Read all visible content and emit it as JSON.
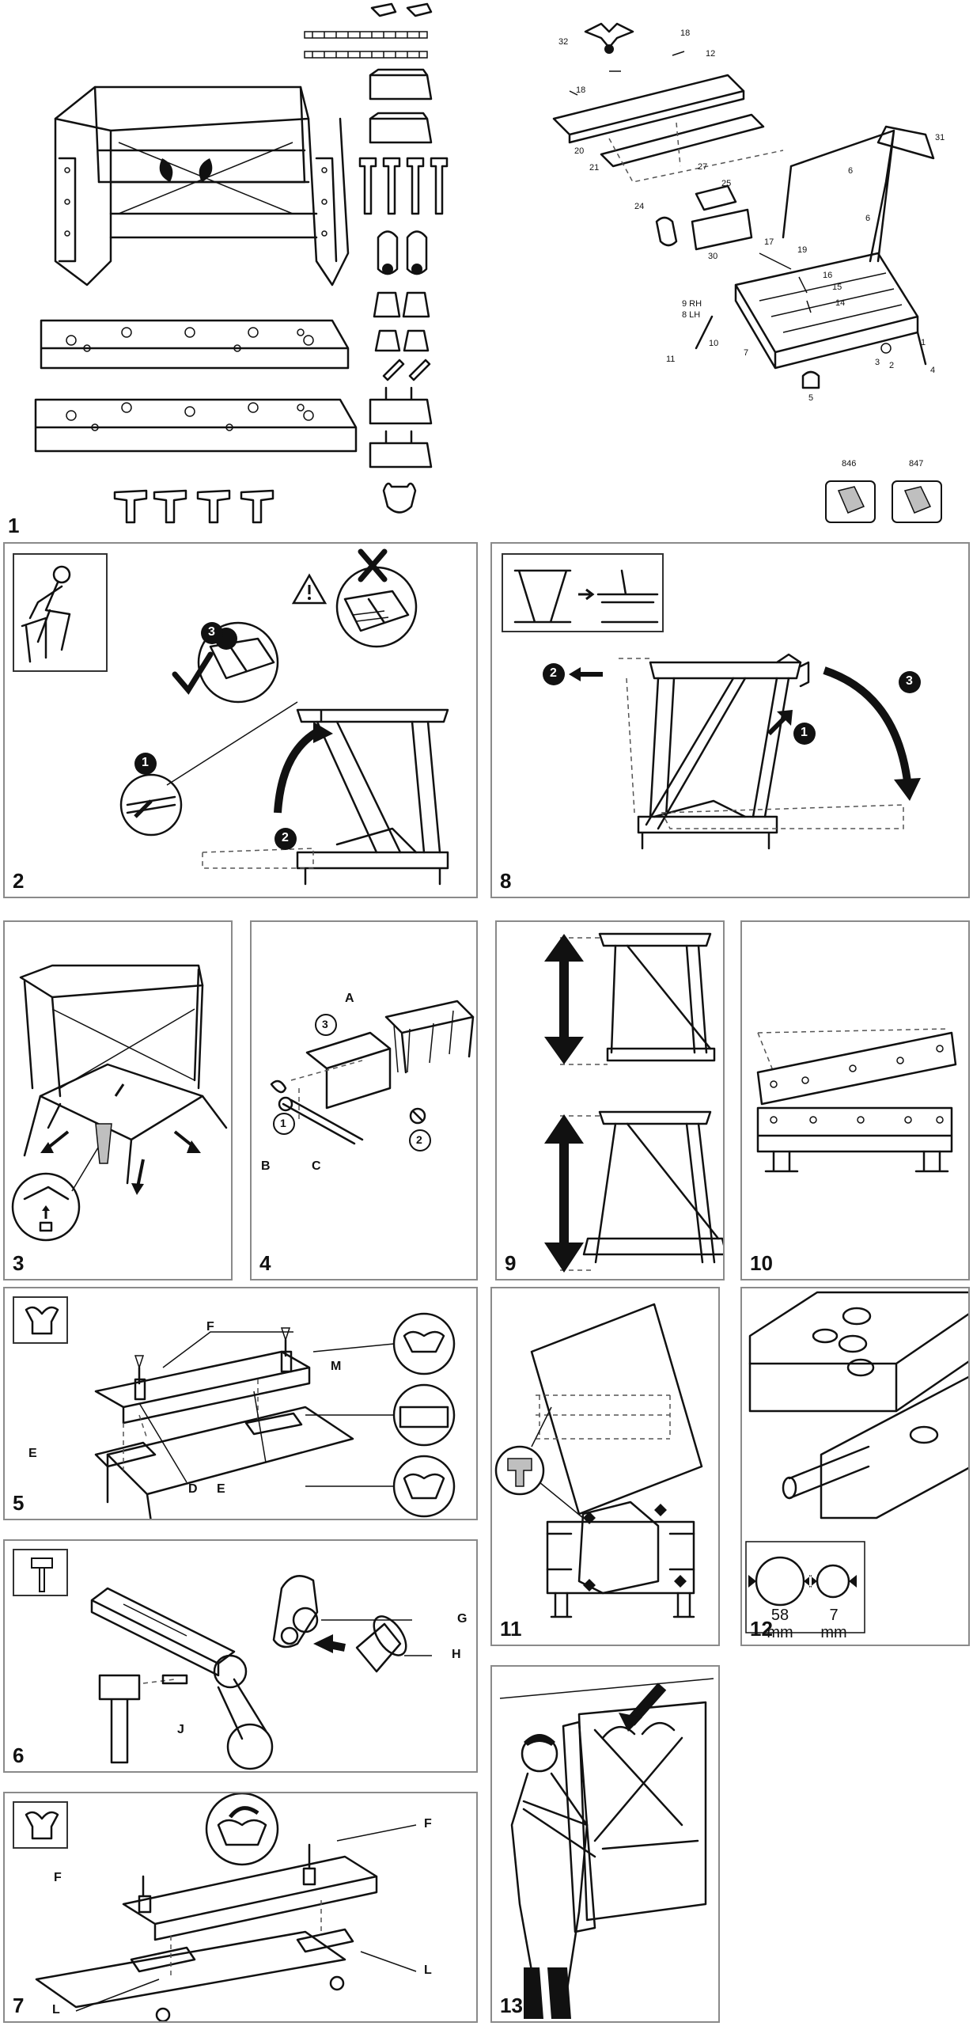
{
  "figures": {
    "fig1": {
      "number": "1",
      "part_numbers": [
        "32",
        "18",
        "12",
        "18",
        "20",
        "21",
        "27",
        "25",
        "31",
        "6",
        "6",
        "24",
        "17",
        "19",
        "16",
        "15",
        "14",
        "30",
        "9 RH",
        "8 LH",
        "10",
        "7",
        "11",
        "3",
        "2",
        "1",
        "4",
        "5"
      ],
      "bag_labels": [
        "846",
        "847"
      ]
    },
    "fig2": {
      "number": "2",
      "steps": [
        "1",
        "2",
        "3"
      ]
    },
    "fig3": {
      "number": "3"
    },
    "fig4": {
      "number": "4",
      "steps": [
        "1",
        "2",
        "3"
      ],
      "labels": [
        "A",
        "B",
        "C"
      ]
    },
    "fig5": {
      "number": "5",
      "labels": [
        "F",
        "M",
        "E",
        "D",
        "E"
      ]
    },
    "fig6": {
      "number": "6",
      "labels": [
        "G",
        "H",
        "J"
      ]
    },
    "fig7": {
      "number": "7",
      "labels": [
        "F",
        "F",
        "L",
        "L"
      ]
    },
    "fig8": {
      "number": "8",
      "steps": [
        "1",
        "2",
        "3"
      ]
    },
    "fig9": {
      "number": "9"
    },
    "fig10": {
      "number": "10"
    },
    "fig11": {
      "number": "11"
    },
    "fig12": {
      "number": "12",
      "dimensions": [
        {
          "value": "58",
          "unit": "mm"
        },
        {
          "value": "7",
          "unit": "mm"
        }
      ]
    },
    "fig13": {
      "number": "13"
    }
  },
  "icons": [
    "warning-icon",
    "check-icon",
    "cross-icon",
    "hammer-icon",
    "arrow-icon",
    "wingnut-icon",
    "parts-bag-icon"
  ]
}
